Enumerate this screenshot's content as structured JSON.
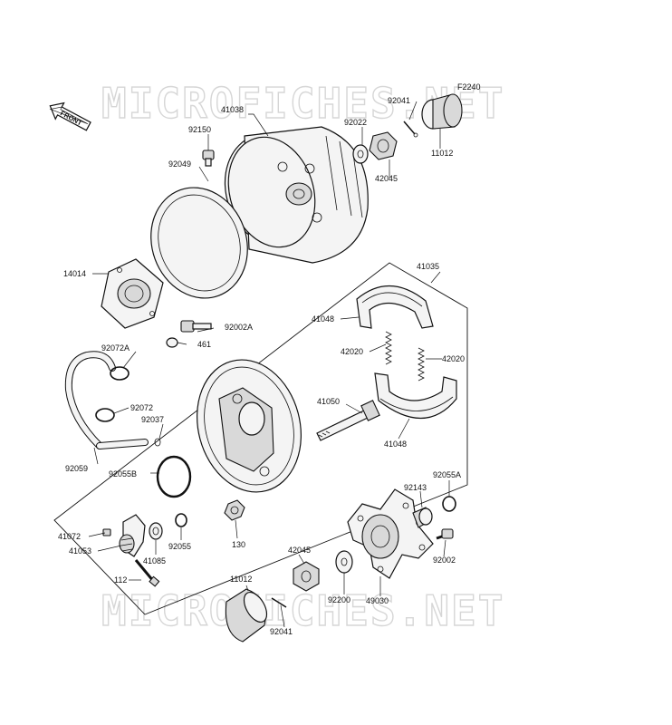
{
  "diagram_code": "F2240",
  "watermark": "MICROFICHES.NET",
  "front_label": "FRONT",
  "parts": [
    {
      "id": "p92041a",
      "number": "92041"
    },
    {
      "id": "p41038",
      "number": "41038"
    },
    {
      "id": "p92022",
      "number": "92022"
    },
    {
      "id": "p92150",
      "number": "92150"
    },
    {
      "id": "p92049",
      "number": "92049"
    },
    {
      "id": "p42045a",
      "number": "42045"
    },
    {
      "id": "p11012a",
      "number": "11012"
    },
    {
      "id": "p14014",
      "number": "14014"
    },
    {
      "id": "p41035",
      "number": "41035"
    },
    {
      "id": "p41048a",
      "number": "41048"
    },
    {
      "id": "p92002A",
      "number": "92002A"
    },
    {
      "id": "p461",
      "number": "461"
    },
    {
      "id": "p92072A",
      "number": "92072A"
    },
    {
      "id": "p42020a",
      "number": "42020"
    },
    {
      "id": "p42020b",
      "number": "42020"
    },
    {
      "id": "p41050",
      "number": "41050"
    },
    {
      "id": "p92072",
      "number": "92072"
    },
    {
      "id": "p92037",
      "number": "92037"
    },
    {
      "id": "p41048b",
      "number": "41048"
    },
    {
      "id": "p92059",
      "number": "92059"
    },
    {
      "id": "p92055B",
      "number": "92055B"
    },
    {
      "id": "p92055A",
      "number": "92055A"
    },
    {
      "id": "p92143",
      "number": "92143"
    },
    {
      "id": "p41072",
      "number": "41072"
    },
    {
      "id": "p41053",
      "number": "41053"
    },
    {
      "id": "p41085",
      "number": "41085"
    },
    {
      "id": "p92055",
      "number": "92055"
    },
    {
      "id": "p130",
      "number": "130"
    },
    {
      "id": "p92002",
      "number": "92002"
    },
    {
      "id": "p42045b",
      "number": "42045"
    },
    {
      "id": "p112",
      "number": "112"
    },
    {
      "id": "p11012b",
      "number": "11012"
    },
    {
      "id": "p92200",
      "number": "92200"
    },
    {
      "id": "p49030",
      "number": "49030"
    },
    {
      "id": "p92041b",
      "number": "92041"
    }
  ]
}
